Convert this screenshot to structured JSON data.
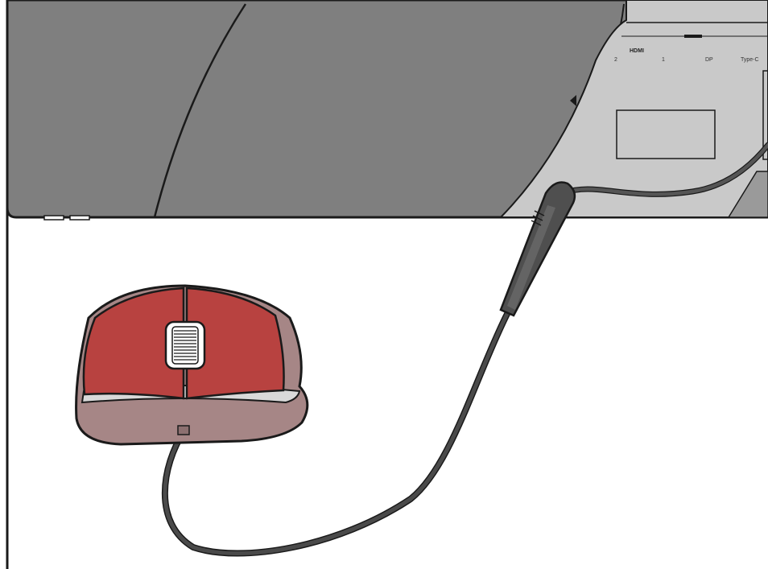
{
  "ports": {
    "hdmi_label": "HDMI",
    "hdmi_2": "2",
    "hdmi_1": "1",
    "dp": "DP",
    "type_c": "Type-C"
  },
  "colors": {
    "monitor_body": "#7f7f7f",
    "port_panel": "#c9c9c9",
    "mouse_buttons": "#b84240",
    "mouse_body": "#a68686",
    "cable": "#4a4a4a",
    "outline": "#1a1a1a"
  }
}
